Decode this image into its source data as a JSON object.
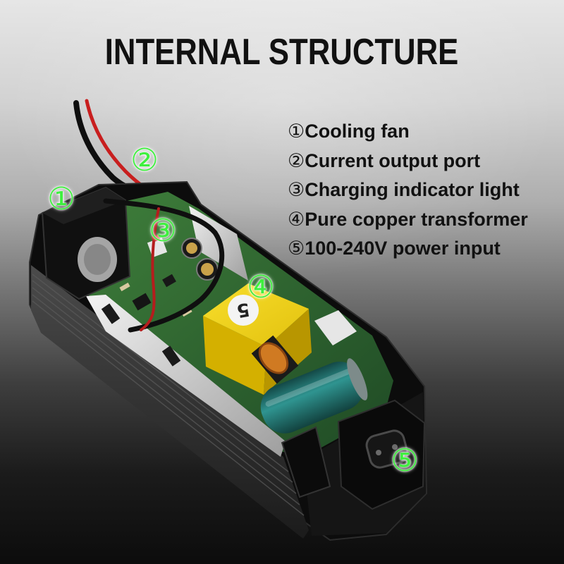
{
  "title": "INTERNAL STRUCTURE",
  "features": [
    {
      "marker": "①",
      "label": "Cooling fan"
    },
    {
      "marker": "②",
      "label": "Current output port"
    },
    {
      "marker": "③",
      "label": "Charging indicator light"
    },
    {
      "marker": "④",
      "label": "Pure copper transformer"
    },
    {
      "marker": "⑤",
      "label": "100-240V power input"
    }
  ],
  "transformer_mark": "5",
  "colors": {
    "marker_green": "#3ef03e",
    "text": "#111111",
    "background_top": "#e6e6e6",
    "background_bottom": "#0c0c0c",
    "transformer_yellow": "#efd01c",
    "capacitor_teal": "#22807d",
    "pcb_green": "#2f6a32",
    "wire_red": "#c81e1e"
  }
}
